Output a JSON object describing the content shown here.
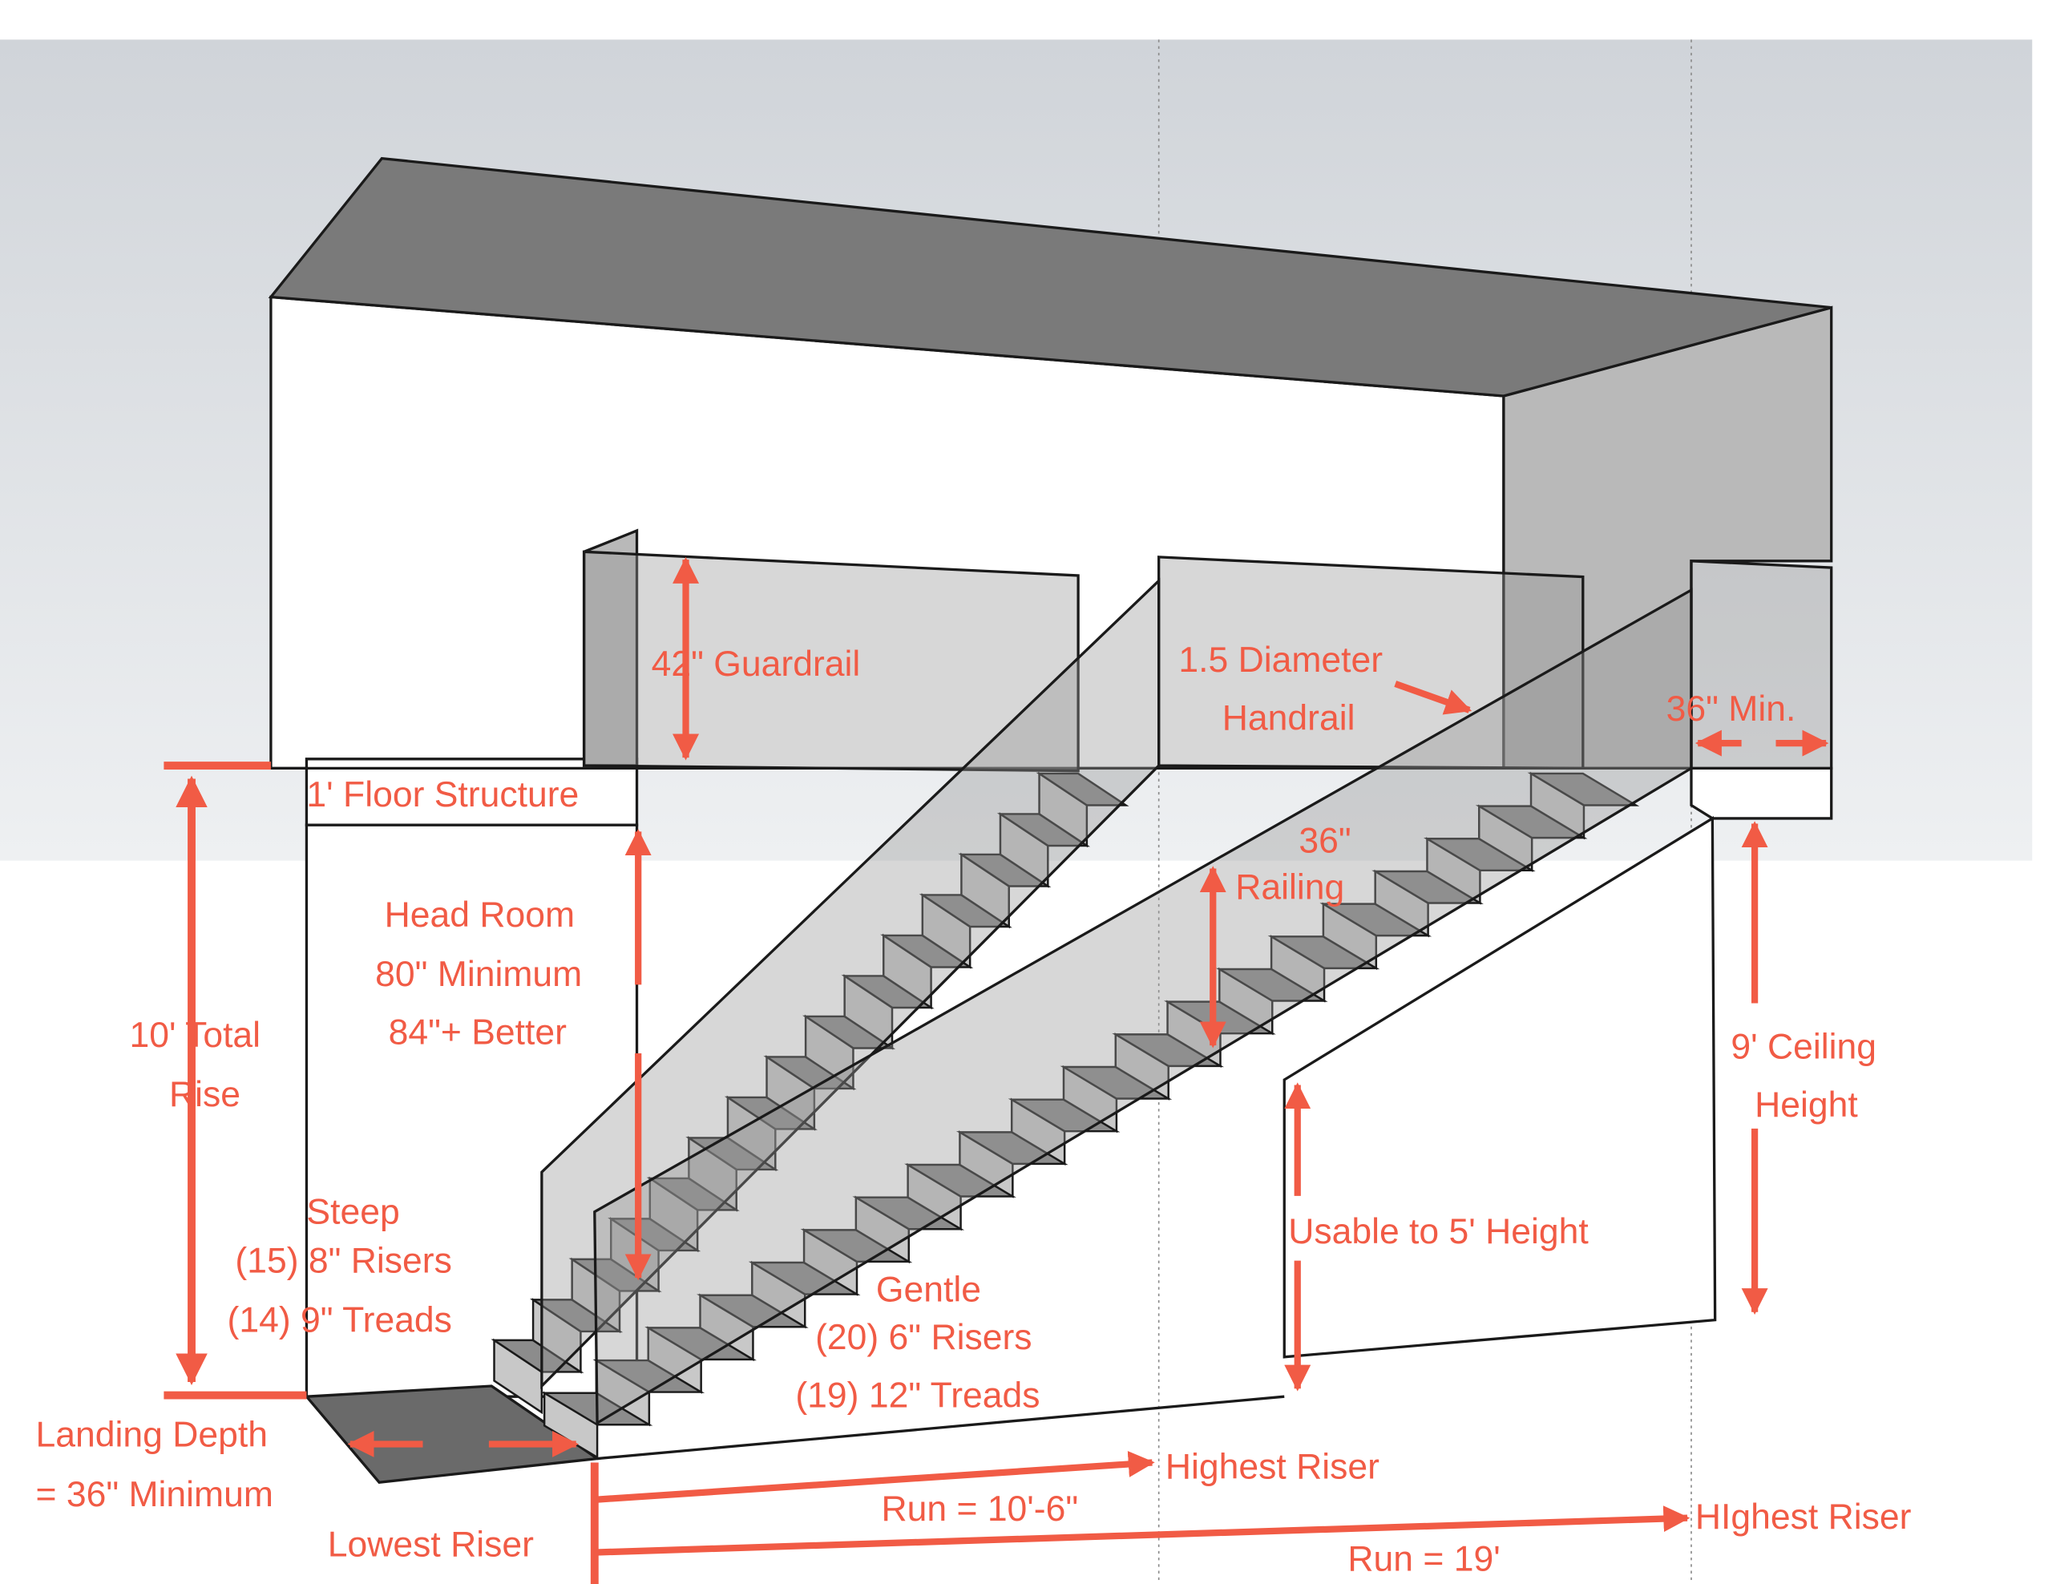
{
  "labels": {
    "floor_structure": "1' Floor Structure",
    "guardrail": "42\" Guardrail",
    "handrail_line1": "1.5 Diameter",
    "handrail_line2": "Handrail",
    "min_width": "36\" Min.",
    "railing_line1": "36\"",
    "railing_line2": "Railing",
    "headroom_line1": "Head Room",
    "headroom_line2": "80\" Minimum",
    "headroom_line3": "84\"+ Better",
    "total_rise_line1": "10' Total",
    "total_rise_line2": "Rise",
    "ceiling_line1": "9' Ceiling",
    "ceiling_line2": "Height",
    "usable": "Usable to 5' Height",
    "steep_line1": "Steep",
    "steep_line2": "(15) 8\" Risers",
    "steep_line3": "(14) 9\" Treads",
    "gentle_line1": "Gentle",
    "gentle_line2": "(20) 6\" Risers",
    "gentle_line3": "(19) 12\" Treads",
    "landing_line1": "Landing Depth",
    "landing_line2": "= 36\" Minimum",
    "highest_riser_1": "Highest Riser",
    "run_1": "Run = 10'-6\"",
    "highest_riser_2": "HIghest Riser",
    "run_2": "Run = 19'",
    "lowest_riser": "Lowest Riser"
  },
  "colors": {
    "annotation": "#f15b45",
    "sky_top": "#d2d6db",
    "sky_bottom": "#eef0f2",
    "ceiling": "#7a7a7a",
    "wall": "#b9b9b9",
    "line": "#1a1a1a"
  },
  "stairs": {
    "steep": {
      "risers": 15,
      "treads": 14
    },
    "gentle": {
      "risers": 20,
      "treads": 19
    }
  }
}
